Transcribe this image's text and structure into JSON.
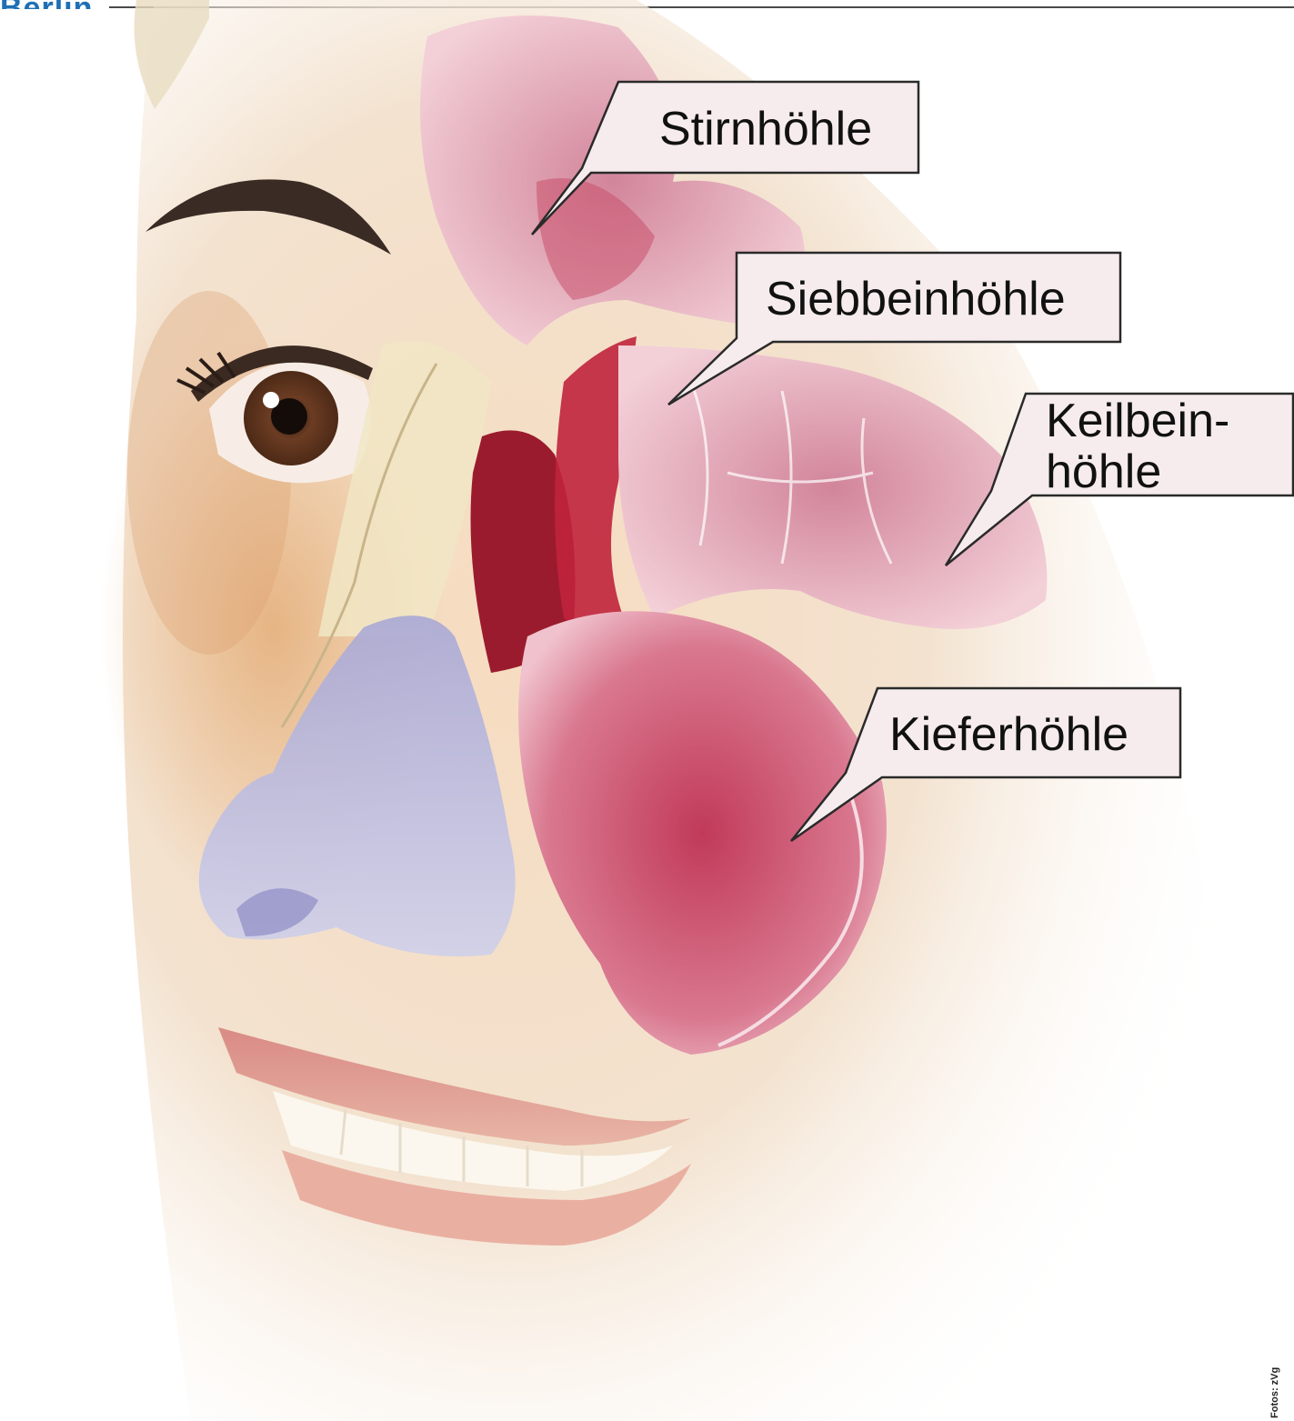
{
  "header": {
    "logo_fragment": "Berlin"
  },
  "illustration": {
    "subject": "face-with-paranasal-sinuses"
  },
  "labels": {
    "stirnhoehle": "Stirnhöhle",
    "siebbeinhoehle": "Siebbeinhöhle",
    "keilbeinhoehle": "Keilbein-\nhöhle",
    "kieferhoehle": "Kieferhöhle"
  },
  "credit": "Fotos: zVg",
  "colors": {
    "sinus": "#c8405e",
    "sinus_light": "#e8a7b6",
    "skin": "#f3d7b7",
    "cartilage": "#b9b8dc",
    "callout_bg": "#f7eeee",
    "logo": "#1f6fb5"
  }
}
